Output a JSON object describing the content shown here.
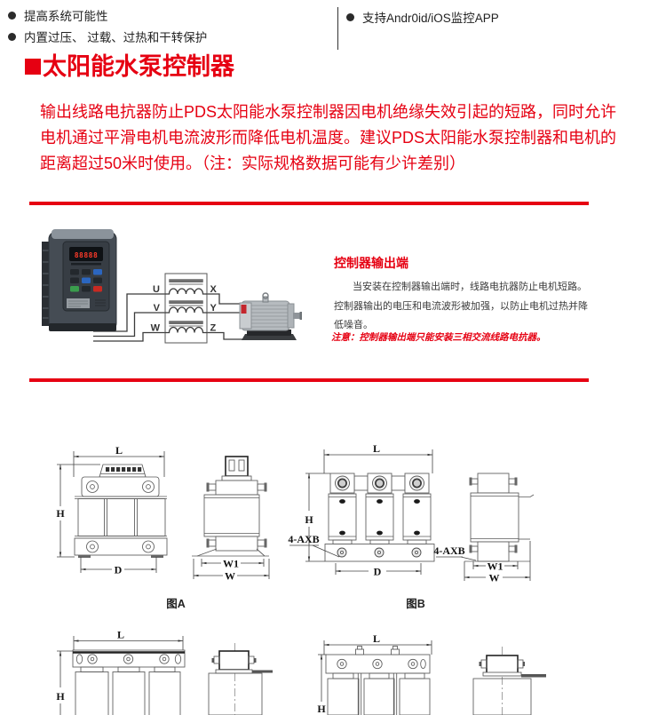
{
  "colors": {
    "accent_red": "#e60012",
    "text_dark": "#3a3a3a"
  },
  "top_features": {
    "left": [
      "提高系统可能性",
      "内置过压、 过载、过热和干转保护"
    ],
    "right": [
      "支持Andr0id/iOS监控APP"
    ]
  },
  "section": {
    "title": "太阳能水泵控制器",
    "intro_lines": [
      "输出线路电抗器防止PDS太阳能水泵控制器因电机绝缘失效引起的短路，同时允许",
      "电机通过平滑电机电流波形而降低电机温度。建议PDS太阳能水泵控制器和电机的",
      "距离超过50米时使用。（注：实际规格数据可能有少许差别）"
    ]
  },
  "diagram": {
    "inverter_display": "88888",
    "terminals_left": {
      "u": "U",
      "v": "V",
      "w": "W"
    },
    "terminals_right": {
      "x": "X",
      "y": "Y",
      "z": "Z"
    },
    "panel": {
      "heading": "控制器输出端",
      "body_lines": [
        "当安装在控制器输出端时，线路电抗器防止电机短路。",
        "控制器输出的电压和电流波形被加强，以防止电机过热并降",
        "低噪音。"
      ],
      "note": "注意：控制器输出端只能安装三相交流线路电抗器。"
    }
  },
  "drawings": {
    "dim_L": "L",
    "dim_H": "H",
    "dim_D": "D",
    "dim_W": "W",
    "dim_W1": "W1",
    "bolt_label": "4-AXB",
    "fig_a": "图A",
    "fig_b": "图B"
  }
}
